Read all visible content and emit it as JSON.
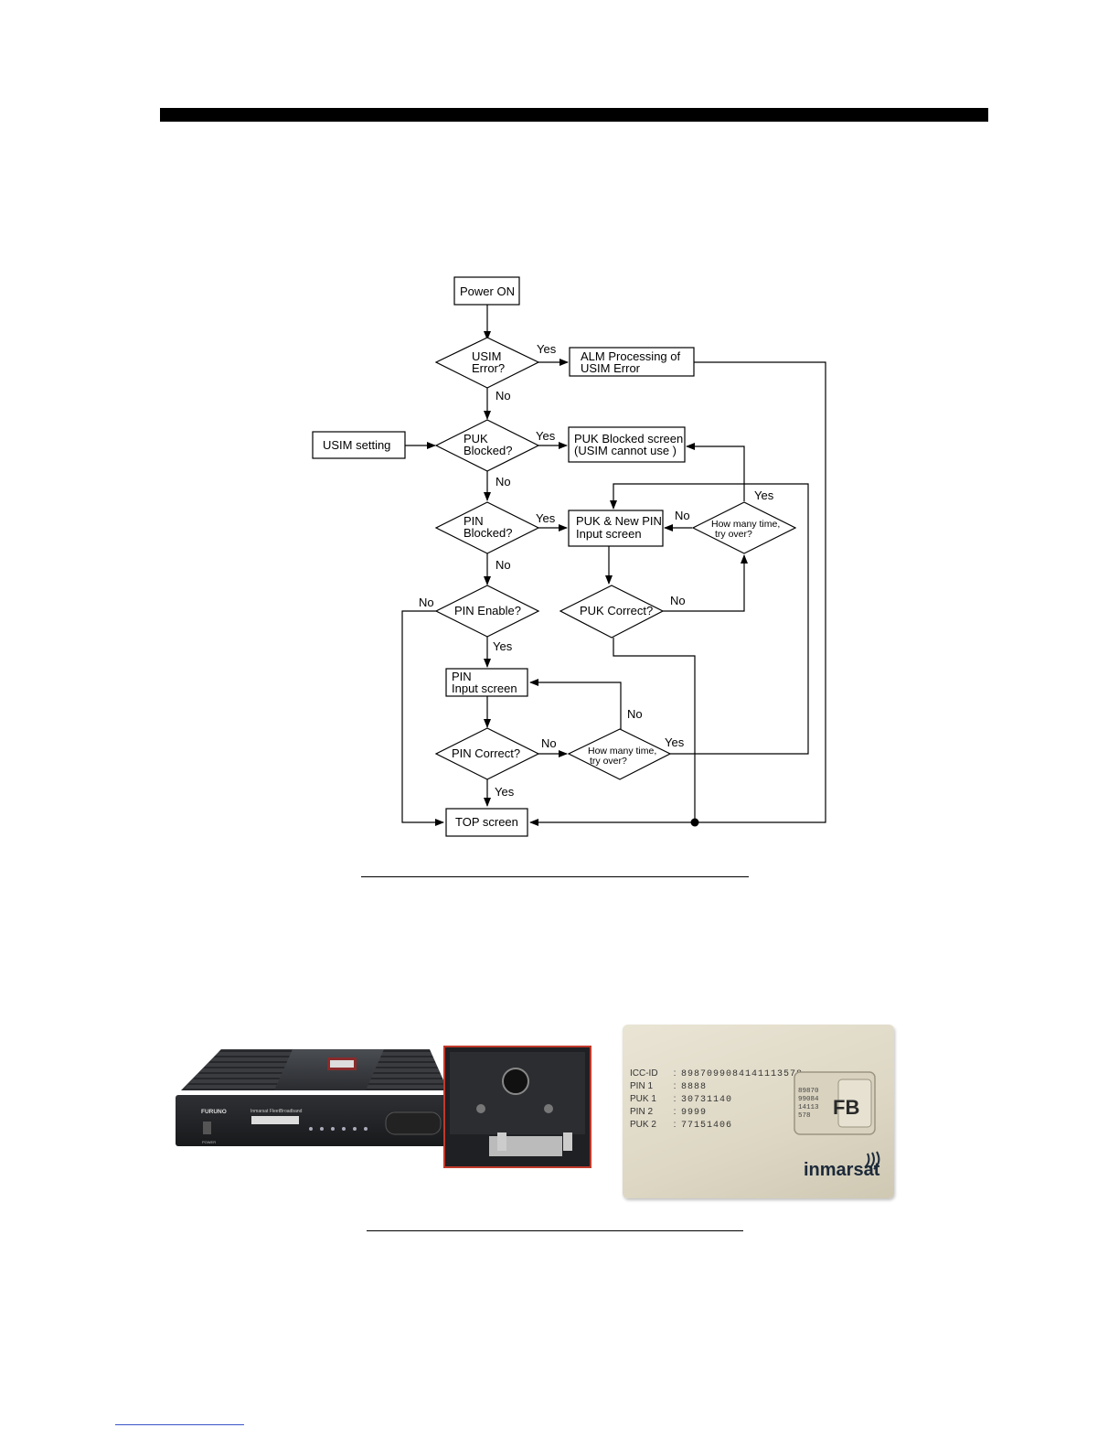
{
  "flowchart": {
    "power_on": "Power ON",
    "usim_error_1": "USIM",
    "usim_error_2": "Error?",
    "alm_1": "ALM Processing of",
    "alm_2": "USIM Error",
    "usim_setting": "USIM setting",
    "puk_blocked_1": "PUK",
    "puk_blocked_2": "Blocked?",
    "puk_blocked_screen_1": "PUK Blocked screen",
    "puk_blocked_screen_2": "(USIM cannot use )",
    "pin_blocked_1": "PIN",
    "pin_blocked_2": "Blocked?",
    "puk_new_pin_1": "PUK & New PIN",
    "puk_new_pin_2": "Input screen",
    "how_many_1": "How many time,",
    "how_many_2": "try over?",
    "pin_enable": "PIN Enable?",
    "puk_correct": "PUK Correct?",
    "pin_input_1": "PIN",
    "pin_input_2": "Input screen",
    "pin_correct": "PIN Correct?",
    "top_screen": "TOP screen",
    "yes": "Yes",
    "no": "No"
  },
  "device": {
    "brand": "FURUNO",
    "model": "Inmarsat FleetBroadband",
    "power_label": "POWER"
  },
  "sim_card": {
    "rows": [
      {
        "label": "ICC-ID",
        "value": "8987099084141113578"
      },
      {
        "label": "PIN 1",
        "value": "8888"
      },
      {
        "label": "PUK 1",
        "value": "30731140"
      },
      {
        "label": "PIN 2",
        "value": "9999"
      },
      {
        "label": "PUK 2",
        "value": "77151406"
      }
    ],
    "chip_lines": [
      "89870",
      "99084",
      "14113",
      "578"
    ],
    "chip_logo": "FB",
    "brand": "inmarsat"
  }
}
